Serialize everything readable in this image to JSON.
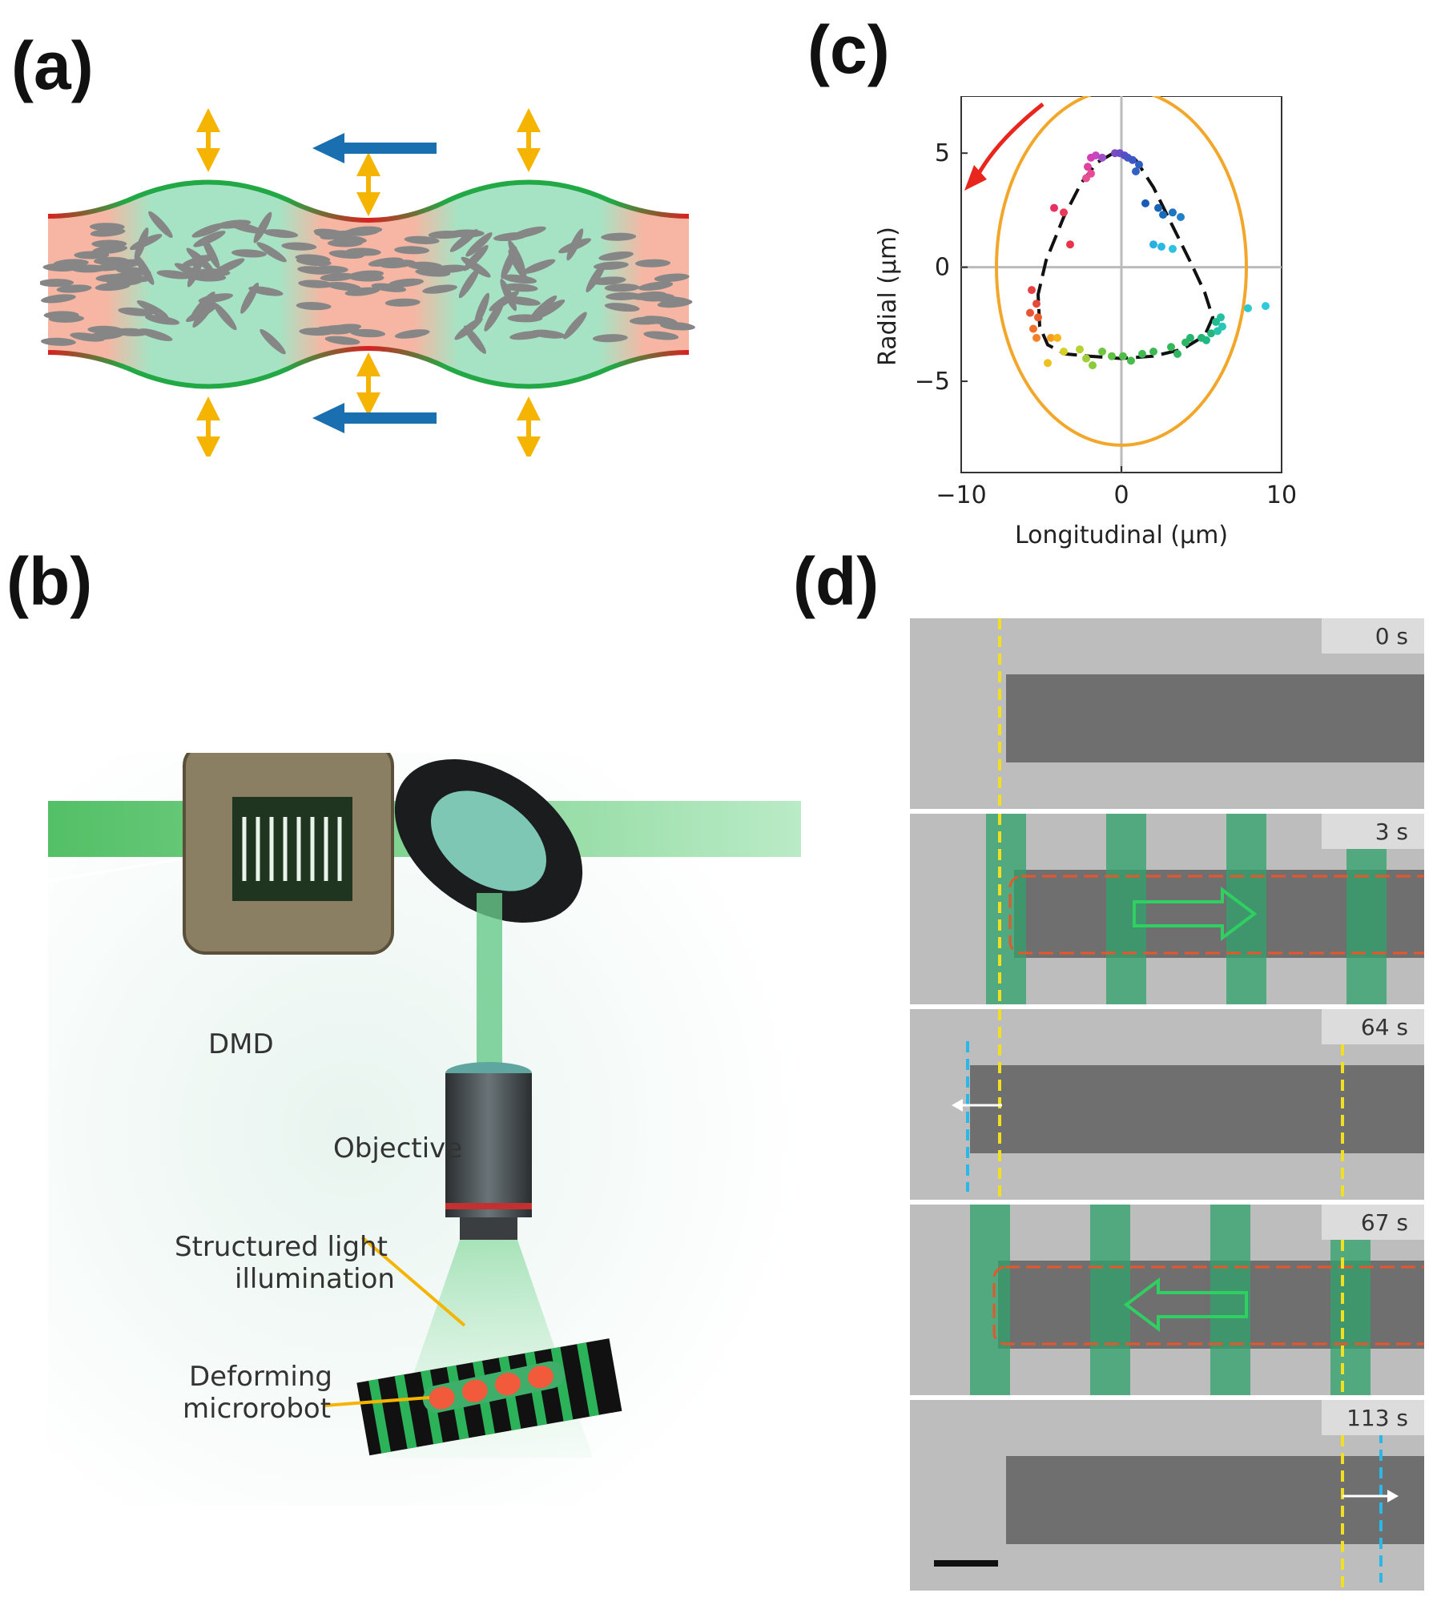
{
  "panels": {
    "a": "(a)",
    "b": "(b)",
    "c": "(c)",
    "d": "(d)"
  },
  "panel_b": {
    "dmd": "DMD",
    "objective": "Objective",
    "structured_1": "Structured light",
    "structured_2": "illumination",
    "deforming_1": "Deforming",
    "deforming_2": "microrobot"
  },
  "panel_d": {
    "times": [
      "0 s",
      "3 s",
      "64 s",
      "67 s",
      "113 s"
    ]
  },
  "colors": {
    "green_edge": "#22a845",
    "red_edge": "#d92020",
    "orange_circle": "#f2a72a",
    "blue_arrow": "#1a6fb0",
    "yellow_arrow": "#f5b400",
    "fill_pink": "#f6b6a3",
    "fill_green": "#9fe0c0"
  },
  "chart_data": {
    "type": "scatter",
    "title": "",
    "xlabel": "Longitudinal (μm)",
    "ylabel": "Radial (μm)",
    "xlim": [
      -10,
      10
    ],
    "ylim": [
      -9,
      7.5
    ],
    "xticks": [
      -10,
      0,
      10
    ],
    "yticks": [
      5,
      0,
      -5
    ],
    "xtick_labels": [
      "−10",
      "0",
      "10"
    ],
    "ytick_labels": [
      "5",
      "0",
      "−5"
    ],
    "grid": false,
    "circle": {
      "center": [
        0,
        0
      ],
      "radius": 7.8,
      "color": "#f2a72a"
    },
    "points": [
      {
        "x": -1.9,
        "y": 4.8,
        "c": "#d43fb8"
      },
      {
        "x": -1.6,
        "y": 4.9,
        "c": "#c844c0"
      },
      {
        "x": -1.2,
        "y": 4.8,
        "c": "#a050c8"
      },
      {
        "x": -2.1,
        "y": 4.4,
        "c": "#e0449a"
      },
      {
        "x": -1.9,
        "y": 4.1,
        "c": "#e84a98"
      },
      {
        "x": -2.2,
        "y": 3.9,
        "c": "#e85090"
      },
      {
        "x": -0.4,
        "y": 5.0,
        "c": "#7a4bc6"
      },
      {
        "x": -0.1,
        "y": 5.0,
        "c": "#6a4cc8"
      },
      {
        "x": 0.2,
        "y": 4.9,
        "c": "#5a4ec8"
      },
      {
        "x": 0.4,
        "y": 4.8,
        "c": "#4a54c6"
      },
      {
        "x": 0.7,
        "y": 4.7,
        "c": "#3c58c4"
      },
      {
        "x": 1.1,
        "y": 4.5,
        "c": "#2f5fc2"
      },
      {
        "x": 0.9,
        "y": 4.2,
        "c": "#3060c0"
      },
      {
        "x": 1.5,
        "y": 2.8,
        "c": "#1a5cb5"
      },
      {
        "x": 2.3,
        "y": 2.6,
        "c": "#1a64b8"
      },
      {
        "x": 2.6,
        "y": 2.3,
        "c": "#1a6cbc"
      },
      {
        "x": 3.2,
        "y": 2.4,
        "c": "#1e74c0"
      },
      {
        "x": 3.7,
        "y": 2.2,
        "c": "#2080c8"
      },
      {
        "x": 2.0,
        "y": 1.0,
        "c": "#2ab0e0"
      },
      {
        "x": 2.5,
        "y": 0.9,
        "c": "#2ab8e4"
      },
      {
        "x": 3.2,
        "y": 0.8,
        "c": "#30c0e0"
      },
      {
        "x": -4.2,
        "y": 2.6,
        "c": "#e83060"
      },
      {
        "x": -3.6,
        "y": 2.4,
        "c": "#e83a58"
      },
      {
        "x": -3.2,
        "y": 1.0,
        "c": "#e8344a"
      },
      {
        "x": -5.6,
        "y": -1.0,
        "c": "#e84040"
      },
      {
        "x": -5.3,
        "y": -1.6,
        "c": "#e8483a"
      },
      {
        "x": -5.7,
        "y": -2.0,
        "c": "#ea5432"
      },
      {
        "x": -5.2,
        "y": -2.2,
        "c": "#ec5e2e"
      },
      {
        "x": -5.5,
        "y": -2.7,
        "c": "#f0702a"
      },
      {
        "x": -5.3,
        "y": -3.1,
        "c": "#f2822a"
      },
      {
        "x": -4.4,
        "y": -3.1,
        "c": "#f6a020"
      },
      {
        "x": -4.0,
        "y": -3.1,
        "c": "#f8b418"
      },
      {
        "x": -4.6,
        "y": -4.2,
        "c": "#f0c020"
      },
      {
        "x": -3.6,
        "y": -3.7,
        "c": "#d6d028"
      },
      {
        "x": -2.6,
        "y": -3.6,
        "c": "#b8d032"
      },
      {
        "x": -2.2,
        "y": -4.0,
        "c": "#a0ce38"
      },
      {
        "x": -1.8,
        "y": -4.3,
        "c": "#88cc3c"
      },
      {
        "x": -1.2,
        "y": -3.7,
        "c": "#70c640"
      },
      {
        "x": -0.6,
        "y": -3.9,
        "c": "#5ec244"
      },
      {
        "x": 0.1,
        "y": -3.9,
        "c": "#50be48"
      },
      {
        "x": 0.6,
        "y": -4.1,
        "c": "#48bc4c"
      },
      {
        "x": 1.3,
        "y": -3.8,
        "c": "#40ba50"
      },
      {
        "x": 2.0,
        "y": -3.7,
        "c": "#3cb854"
      },
      {
        "x": 3.1,
        "y": -3.5,
        "c": "#36b85a"
      },
      {
        "x": 3.5,
        "y": -3.8,
        "c": "#30b660"
      },
      {
        "x": 4.0,
        "y": -3.3,
        "c": "#2cb666"
      },
      {
        "x": 4.3,
        "y": -3.1,
        "c": "#28b46c"
      },
      {
        "x": 5.0,
        "y": -3.1,
        "c": "#24b474"
      },
      {
        "x": 5.6,
        "y": -2.9,
        "c": "#22b67c"
      },
      {
        "x": 5.3,
        "y": -3.2,
        "c": "#20b884"
      },
      {
        "x": 5.9,
        "y": -2.4,
        "c": "#22bc90"
      },
      {
        "x": 6.2,
        "y": -2.2,
        "c": "#24c0a0"
      },
      {
        "x": 6.0,
        "y": -2.8,
        "c": "#26c4ac"
      },
      {
        "x": 6.3,
        "y": -2.6,
        "c": "#28c6b8"
      },
      {
        "x": 7.9,
        "y": -1.8,
        "c": "#2ec8d0"
      },
      {
        "x": 9.0,
        "y": -1.7,
        "c": "#30c8dc"
      }
    ],
    "fit_curve": [
      [
        -0.5,
        5.0
      ],
      [
        -1.5,
        4.6
      ],
      [
        -2.5,
        3.7
      ],
      [
        -3.6,
        2.2
      ],
      [
        -4.7,
        0.3
      ],
      [
        -5.2,
        -1.2
      ],
      [
        -5.1,
        -2.6
      ],
      [
        -4.6,
        -3.4
      ],
      [
        -3.5,
        -3.8
      ],
      [
        -2.0,
        -3.9
      ],
      [
        0,
        -4.0
      ],
      [
        2.0,
        -3.9
      ],
      [
        3.8,
        -3.6
      ],
      [
        5.2,
        -3.0
      ],
      [
        5.7,
        -2.2
      ],
      [
        5.2,
        -1.1
      ],
      [
        4.4,
        0.1
      ],
      [
        3.2,
        1.8
      ],
      [
        2.0,
        3.5
      ],
      [
        0.9,
        4.7
      ],
      [
        -0.5,
        5.0
      ]
    ]
  }
}
